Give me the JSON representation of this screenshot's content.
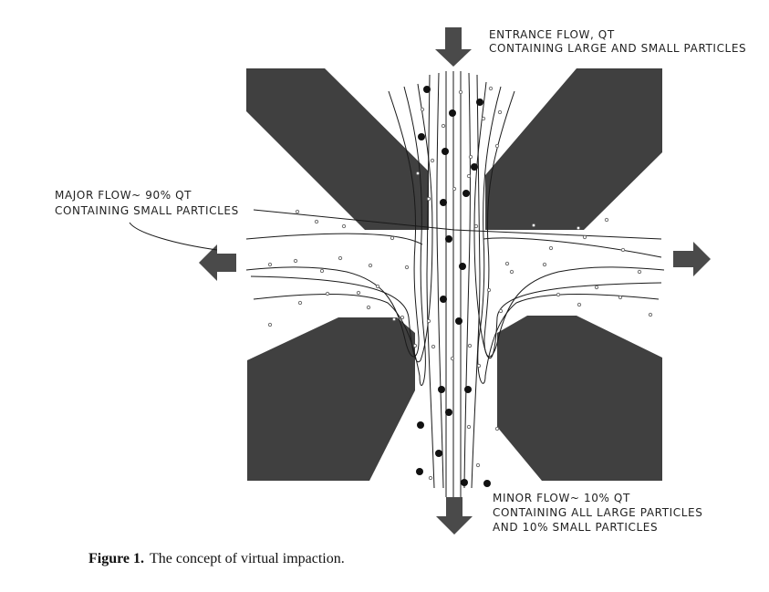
{
  "labels": {
    "entrance_line1": "ENTRANCE FLOW, QT",
    "entrance_line2": "CONTAINING LARGE AND SMALL PARTICLES",
    "major_line1": "MAJOR FLOW~ 90% QT",
    "major_line2": "CONTAINING SMALL PARTICLES",
    "minor_line1": "MINOR FLOW~ 10% QT",
    "minor_line2": "CONTAINING ALL LARGE PARTICLES",
    "minor_line3": "AND 10% SMALL PARTICLES"
  },
  "caption": {
    "figure_number": "Figure 1.",
    "text": "The concept of virtual impaction."
  },
  "colors": {
    "block": "#404040",
    "arrow": "#4a4a4a",
    "streamline": "#1a1a1a",
    "large_particle": "#111111",
    "small_particle": "#666666"
  }
}
